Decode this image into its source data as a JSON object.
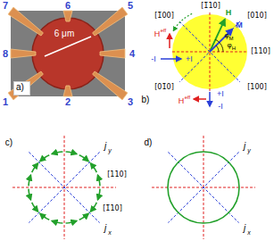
{
  "diagram": {
    "nodes": [
      {
        "text": [
          "a)"
        ]
      }
    ],
    "labels": [
      "7",
      "6",
      "5",
      "8",
      "4",
      "1",
      "2",
      "3",
      "6 μm",
      "b)",
      "[1̄10]",
      "[1̄00]",
      "[010]",
      "[110]",
      "[01̄0]",
      "[100]",
      "H",
      "M",
      "φ",
      "H",
      "φ",
      "M",
      "-I",
      "+I",
      "H",
      "eff",
      "-I",
      "+I",
      "H",
      "eff",
      "c)",
      "j",
      "y",
      "j",
      "x",
      "[110]",
      "[1̄10]",
      "d)",
      "j",
      "y",
      "j",
      "x"
    ]
  }
}
